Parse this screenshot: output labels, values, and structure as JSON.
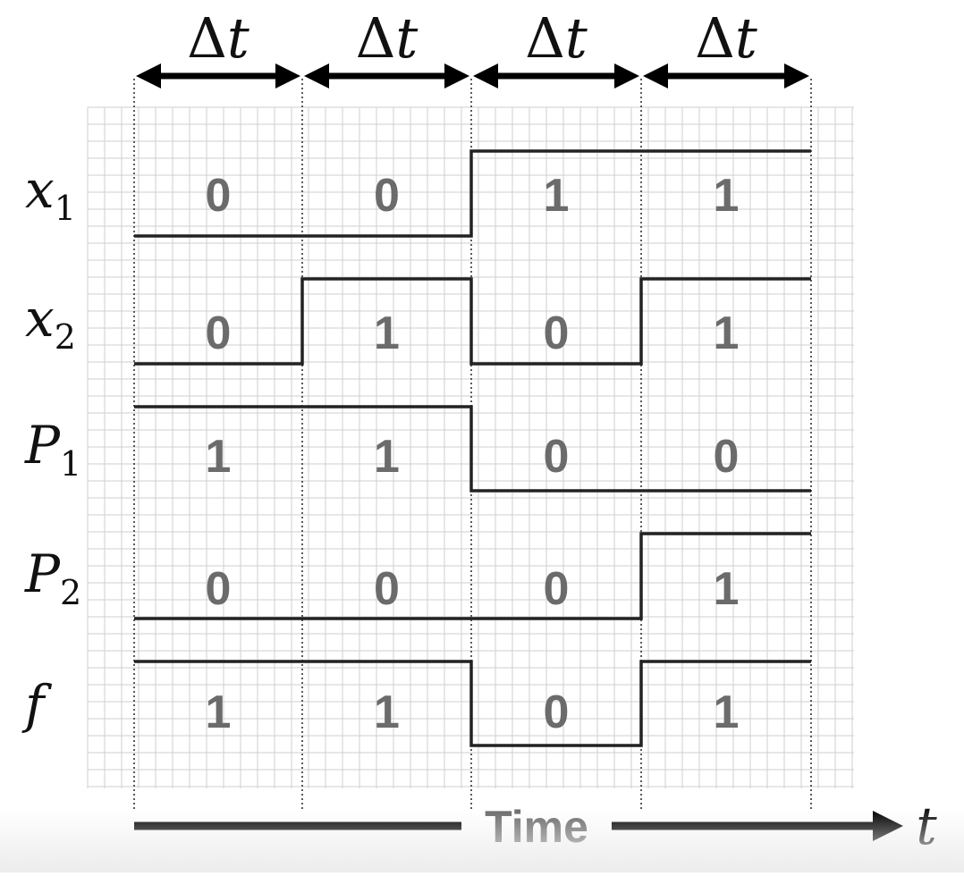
{
  "interval_label": {
    "symbol": "Δ",
    "variable": "t"
  },
  "signals": [
    {
      "name": "x",
      "subscript": "1",
      "values": [
        0,
        0,
        1,
        1
      ]
    },
    {
      "name": "x",
      "subscript": "2",
      "values": [
        0,
        1,
        0,
        1
      ]
    },
    {
      "name": "P",
      "subscript": "1",
      "values": [
        1,
        1,
        0,
        0
      ]
    },
    {
      "name": "P",
      "subscript": "2",
      "values": [
        0,
        0,
        0,
        1
      ]
    },
    {
      "name": "f",
      "subscript": "",
      "values": [
        1,
        1,
        0,
        1
      ]
    }
  ],
  "time_axis": {
    "label": "Time",
    "variable": "t"
  },
  "colors": {
    "waveform": "#222222",
    "grid": "#cfcfcf",
    "values": "#6b6b6b"
  }
}
